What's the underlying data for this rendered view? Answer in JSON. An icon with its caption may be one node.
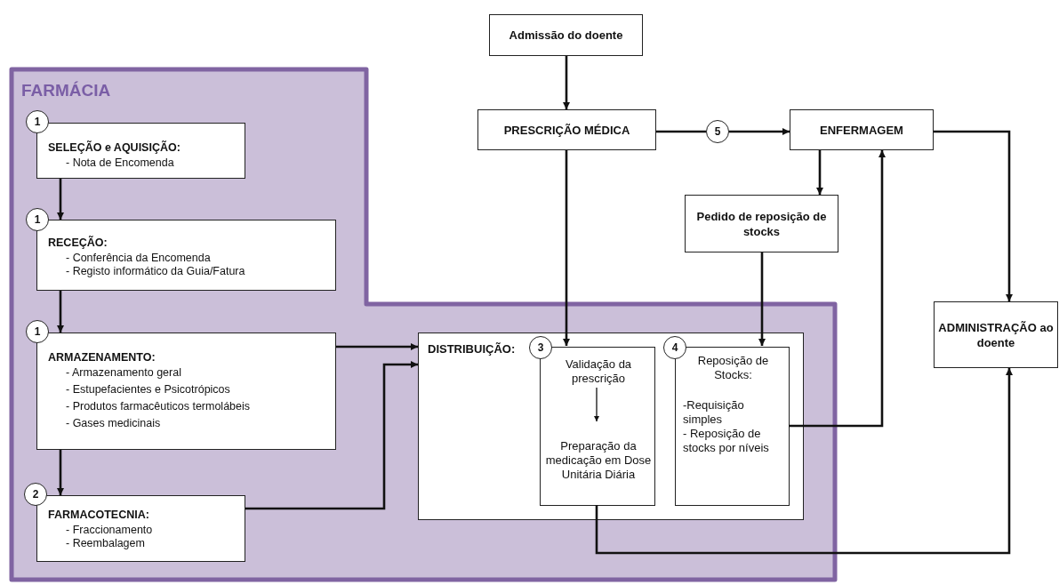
{
  "diagram": {
    "nodes": [
      {
        "text": [
          "FARMÁCIA"
        ]
      },
      {
        "text": [
          "1"
        ],
        "in": 0
      },
      {
        "text": [
          "SELEÇÃO e AQUISIÇÃO:",
          "- Nota de Encomenda"
        ],
        "in": 0
      },
      {
        "text": [
          "1"
        ],
        "in": 0
      },
      {
        "text": [
          "RECEÇÃO:",
          "- Conferência da Encomenda",
          "- Registo informático da Guia/Fatura"
        ],
        "in": 0
      },
      {
        "text": [
          "1"
        ],
        "in": 0
      },
      {
        "text": [
          "ARMAZENAMENTO:",
          "- Armazenamento geral",
          "- Estupefacientes e Psicotrópicos",
          "- Produtos farmacêuticos termolábeis",
          "- Gases medicinais"
        ],
        "in": 0
      },
      {
        "text": [
          "2"
        ],
        "in": 0
      },
      {
        "text": [
          "FARMACOTECNIA:",
          "- Fraccionamento",
          "- Reembalagem"
        ],
        "in": 0
      },
      {
        "text": [
          "DISTRIBUIÇÃO:"
        ],
        "in": 0
      },
      {
        "text": [
          "3"
        ],
        "in": 9
      },
      {
        "text": [],
        "shape": "box",
        "in": 9
      },
      {
        "text": [
          "Validação da prescrição"
        ],
        "in": 11
      },
      {
        "text": [
          "Preparação da medicação em Dose Unitária Diária"
        ],
        "in": 11
      },
      {
        "text": [
          "4"
        ],
        "in": 9
      },
      {
        "text": [
          "Reposição de Stocks:",
          "-Requisição simples",
          "- Reposição de stocks por níveis"
        ],
        "in": 9
      },
      {
        "text": [
          "Admissão do doente"
        ]
      },
      {
        "text": [
          "PRESCRIÇÃO MÉDICA"
        ]
      },
      {
        "text": [
          "5"
        ]
      },
      {
        "text": [
          "ENFERMAGEM"
        ]
      },
      {
        "text": [
          "Pedido de reposição de stocks"
        ]
      },
      {
        "text": [
          "ADMINISTRAÇÃO ao doente"
        ]
      }
    ],
    "edges": [
      {
        "from": 2,
        "to": 4,
        "arrow": "to"
      },
      {
        "from": 4,
        "to": 6,
        "arrow": "to"
      },
      {
        "from": 6,
        "to": 8,
        "arrow": "to"
      },
      {
        "from": 6,
        "to": 9,
        "arrow": "to"
      },
      {
        "from": 8,
        "to": 9,
        "arrow": "to"
      },
      {
        "from": 16,
        "to": 17,
        "arrow": "to"
      },
      {
        "from": 17,
        "to": 18,
        "arrow": "none"
      },
      {
        "from": 18,
        "to": 19,
        "arrow": "to"
      },
      {
        "from": 17,
        "to": 11,
        "arrow": "to"
      },
      {
        "from": 19,
        "to": 20,
        "arrow": "to"
      },
      {
        "from": 20,
        "to": 15,
        "arrow": "to"
      },
      {
        "from": 15,
        "to": 19,
        "arrow": "to"
      },
      {
        "from": 19,
        "to": 21,
        "arrow": "to"
      },
      {
        "from": 11,
        "to": 21,
        "arrow": "to"
      },
      {
        "from": 12,
        "to": 13,
        "arrow": "to"
      }
    ]
  }
}
